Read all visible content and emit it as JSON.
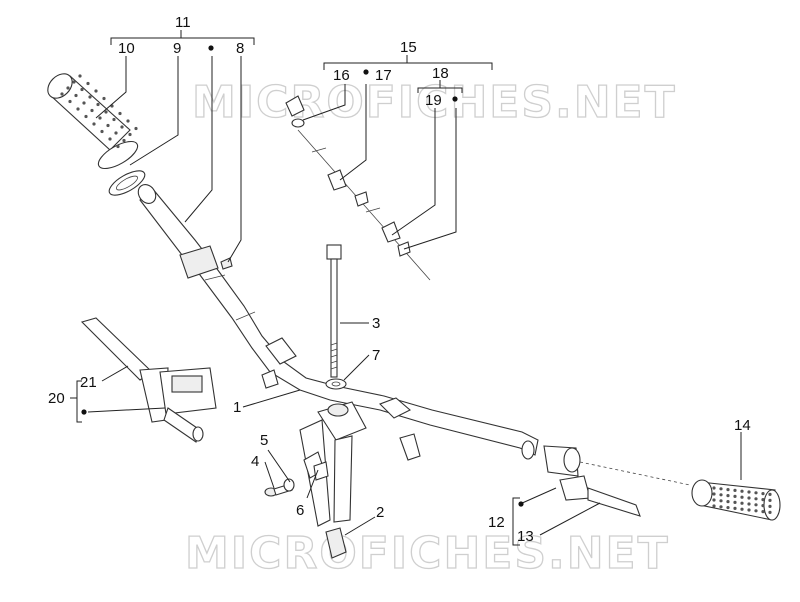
{
  "watermark": {
    "top": "MICROFICHES.NET",
    "bottom": "MICROFICHES.NET"
  },
  "labels": {
    "l1": "1",
    "l2": "2",
    "l3": "3",
    "l4": "4",
    "l5": "5",
    "l6": "6",
    "l7": "7",
    "l8": "8",
    "l9": "9",
    "l10": "10",
    "l11": "11",
    "l12": "12",
    "l13": "13",
    "l14": "14",
    "l15": "15",
    "l16": "16",
    "l17": "17",
    "l18": "18",
    "l19": "19",
    "l20": "20",
    "l21": "21"
  }
}
